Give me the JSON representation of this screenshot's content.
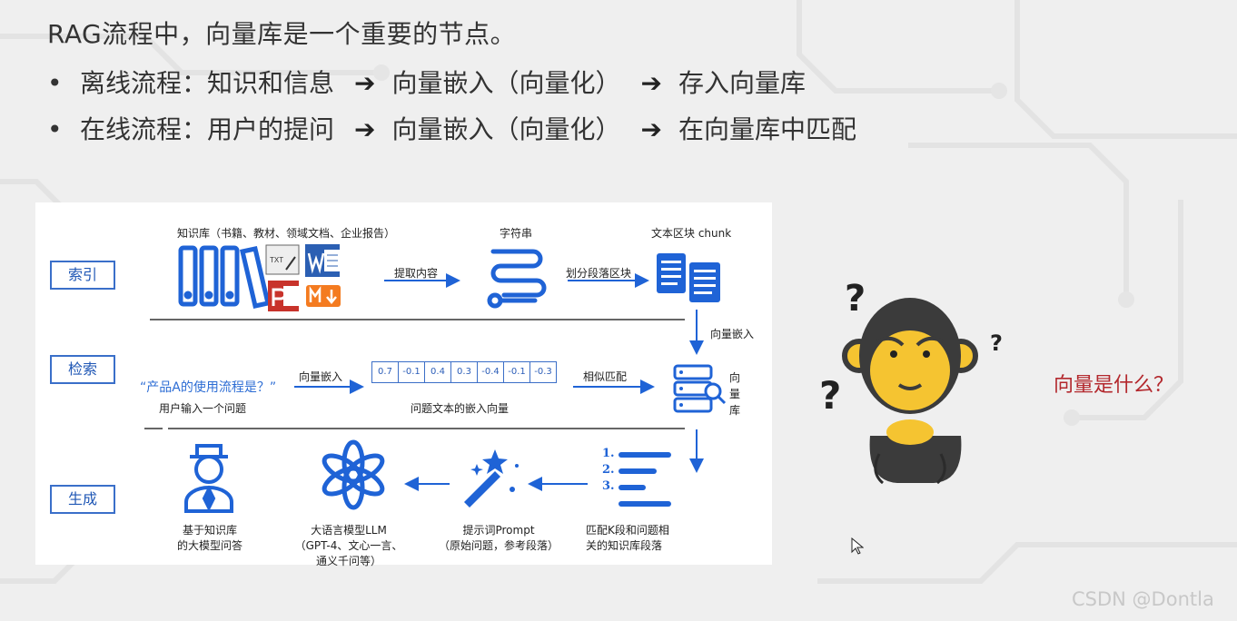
{
  "slide": {
    "heading": "RAG流程中，向量库是一个重要的节点。",
    "bullets": [
      {
        "marker": "•",
        "parts": [
          "离线流程：知识和信息",
          "向量嵌入（向量化）",
          "存入向量库"
        ]
      },
      {
        "marker": "•",
        "parts": [
          "在线流程：用户的提问",
          "向量嵌入（向量化）",
          "在向量库中匹配"
        ]
      }
    ],
    "arrow_glyph": "➔",
    "question": "向量是什么？",
    "watermark": "CSDN @Dontla"
  },
  "diagram": {
    "stages": {
      "index": "索引",
      "retrieve": "检索",
      "generate": "生成"
    },
    "index_row": {
      "knowledge_base": "知识库（书籍、教材、领域文档、企业报告）",
      "extract": "提取内容",
      "string": "字符串",
      "split": "划分段落区块",
      "chunk": "文本区块 chunk",
      "embed_down": "向量嵌入"
    },
    "retrieve_row": {
      "query": "“产品A的使用流程是？”",
      "user_input": "用户输入一个问题",
      "embed": "向量嵌入",
      "vector": [
        "0.7",
        "-0.1",
        "0.4",
        "0.3",
        "-0.4",
        "-0.1",
        "-0.3"
      ],
      "vector_caption": "问题文本的嵌入向量",
      "similar": "相似匹配",
      "vector_db": [
        "向",
        "量",
        "库"
      ]
    },
    "generate_row": {
      "answer_line1": "基于知识库",
      "answer_line2": "的大模型问答",
      "llm_line1": "大语言模型LLM",
      "llm_line2": "（GPT-4、文心一言、",
      "llm_line3": "通义千问等）",
      "prompt_line1": "提示词Prompt",
      "prompt_line2": "（原始问题，参考段落）",
      "match_line1": "匹配K段和问题相",
      "match_line2": "关的知识库段落",
      "list_numbers": [
        "1.",
        "2.",
        "3."
      ]
    },
    "file_badges": {
      "txt": "TXT"
    },
    "colors": {
      "accent": "#1f63d6",
      "stage_border": "#3a6fc9",
      "question": "#b3282d"
    }
  }
}
